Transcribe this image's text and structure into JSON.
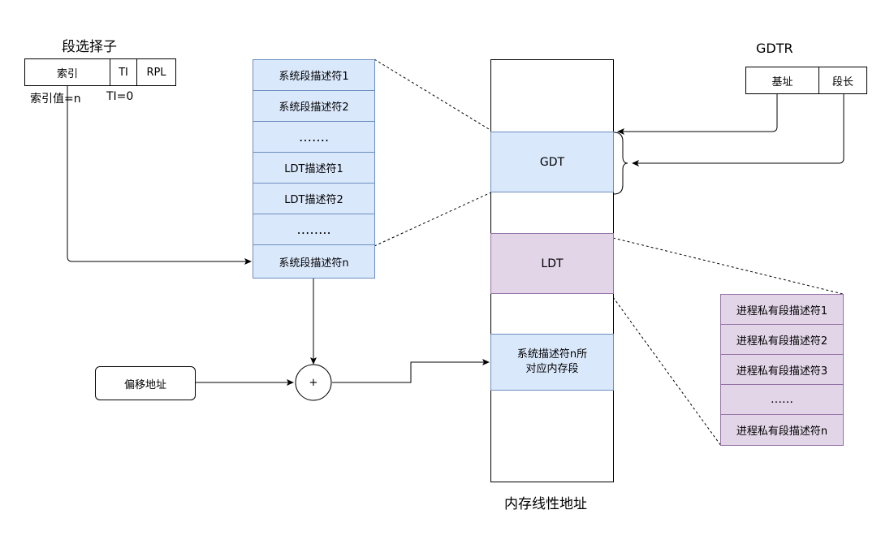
{
  "selector": {
    "title": "段选择子",
    "index_label": "索引",
    "ti_label": "TI",
    "rpl_label": "RPL",
    "index_value": "索引值=n",
    "ti_value": "TI=0"
  },
  "gdt_table": {
    "rows": [
      "系统段描述符1",
      "系统段描述符2",
      "…….",
      "LDT描述符1",
      "LDT描述符2",
      "……..",
      "系统段描述符n"
    ]
  },
  "gdtr": {
    "title": "GDTR",
    "base_label": "基址",
    "limit_label": "段长"
  },
  "memory": {
    "caption": "内存线性地址",
    "gdt_label": "GDT",
    "ldt_label": "LDT",
    "segment_label_line1": "系统描述符n所",
    "segment_label_line2": "对应内存段"
  },
  "offset": {
    "label": "偏移地址",
    "adder_symbol": "+"
  },
  "ldt_table": {
    "rows": [
      "进程私有段描述符1",
      "进程私有段描述符2",
      "进程私有段描述符3",
      "……",
      "进程私有段描述符n"
    ]
  },
  "colors": {
    "gdt_fill": "#dae8fc",
    "gdt_stroke": "#6c8ebf",
    "ldt_fill": "#e1d5e7",
    "ldt_stroke": "#9673a6"
  }
}
